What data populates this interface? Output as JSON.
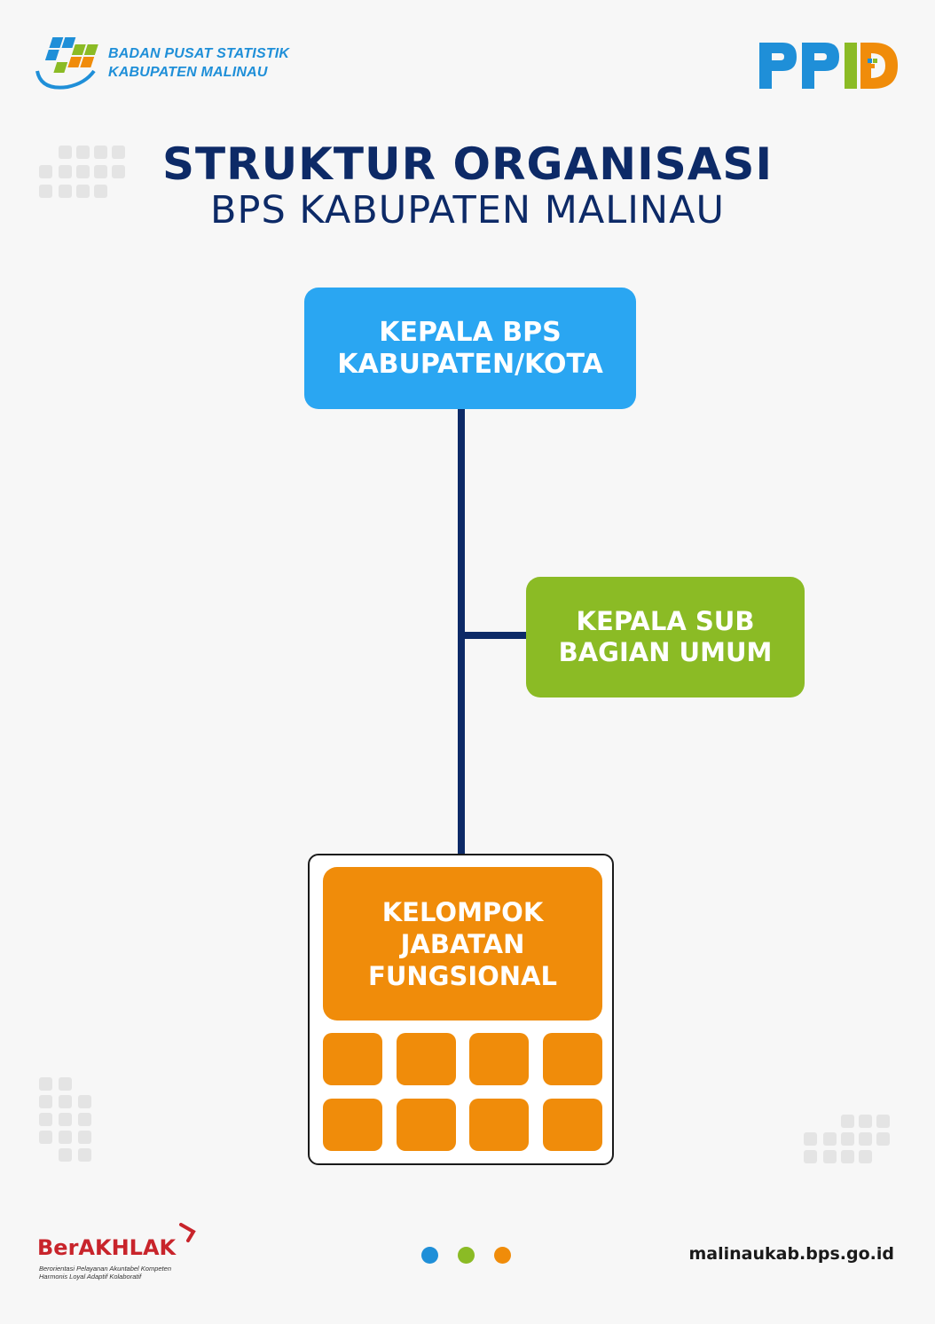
{
  "header": {
    "org_line1": "BADAN PUSAT STATISTIK",
    "org_line2": "KABUPATEN MALINAU",
    "ppid_logo_text": "PPID"
  },
  "title": {
    "main": "STRUKTUR ORGANISASI",
    "sub": "BPS KABUPATEN MALINAU"
  },
  "chart": {
    "head": {
      "label": "KEPALA BPS\nKABUPATEN/KOTA",
      "color": "#2aa6f2"
    },
    "sub_bagian": {
      "label": "KEPALA SUB\nBAGIAN UMUM",
      "color": "#8bbb25"
    },
    "fungsional": {
      "label": "KELOMPOK\nJABATAN\nFUNGSIONAL",
      "color": "#f08c0a"
    },
    "connector_color": "#0d2a67"
  },
  "footer": {
    "berakhlak_word": "BerAKHLAK",
    "berakhlak_tagline_1": "Berorientasi Pelayanan Akuntabel Kompeten",
    "berakhlak_tagline_2": "Harmonis Loyal Adaptif Kolaboratif",
    "pager_colors": [
      "#1f8fd8",
      "#8bbb25",
      "#f08c0a"
    ],
    "website": "malinaukab.bps.go.id"
  }
}
